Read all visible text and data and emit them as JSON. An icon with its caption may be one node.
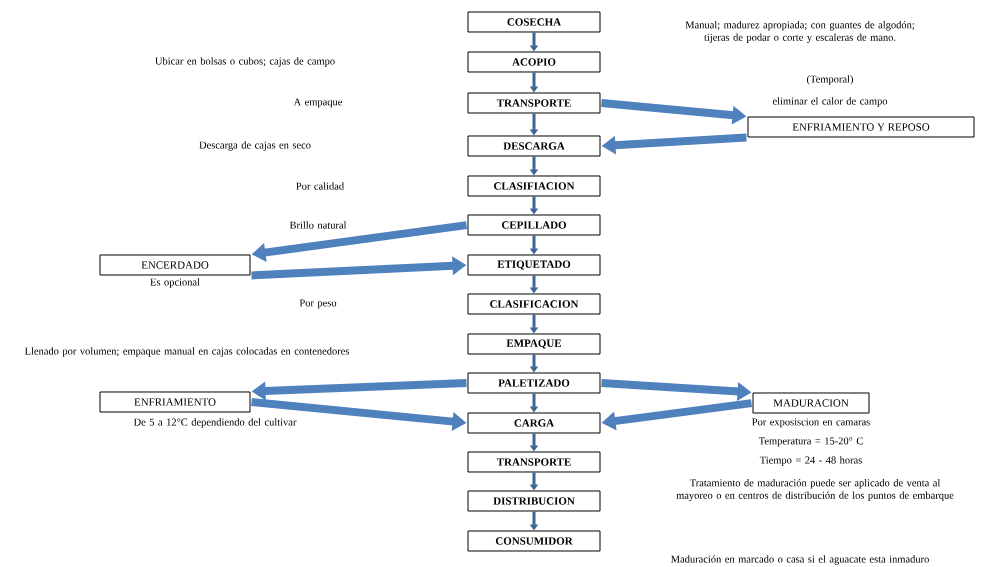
{
  "diagram": {
    "nodes": [
      {
        "text": [
          "COSECHA"
        ]
      },
      {
        "text": [
          "ACOPIO"
        ]
      },
      {
        "text": [
          "TRANSPORTE"
        ]
      },
      {
        "text": [
          "DESCARGA"
        ]
      },
      {
        "text": [
          "CLASIFIACION"
        ]
      },
      {
        "text": [
          "CEPILLADO"
        ]
      },
      {
        "text": [
          "ETIQUETADO"
        ]
      },
      {
        "text": [
          "CLASIFICACION"
        ]
      },
      {
        "text": [
          "EMPAQUE"
        ]
      },
      {
        "text": [
          "PALETIZADO"
        ]
      },
      {
        "text": [
          "CARGA"
        ]
      },
      {
        "text": [
          "TRANSPORTE"
        ]
      },
      {
        "text": [
          "DISTRIBUCION"
        ]
      },
      {
        "text": [
          "CONSUMIDOR"
        ]
      },
      {
        "text": [
          "ENFRIAMIENTO Y REPOSO"
        ],
        "beside": [
          "(Temporal)",
          "eliminar el calor de campo"
        ]
      },
      {
        "text": [
          "ENCERDADO"
        ],
        "beside": [
          "Es opcional"
        ]
      },
      {
        "text": [
          "ENFRIAMIENTO"
        ],
        "beside": [
          "De 5 a 12°C dependiendo del cultivar"
        ]
      },
      {
        "text": [
          "MADURACION"
        ],
        "beside": [
          "Por exposiscion en camaras",
          "Temperatura = 15-20° C",
          "Tiempo = 24 - 48 horas",
          "Tratamiento de maduración puede ser aplicado de venta al mayoreo o en centros de distribución de los puntos de embarque"
        ]
      }
    ],
    "edges": [
      {
        "from": 0,
        "to": 1,
        "arrow": "to"
      },
      {
        "from": 1,
        "to": 2,
        "arrow": "to"
      },
      {
        "from": 2,
        "to": 3,
        "arrow": "to"
      },
      {
        "from": 3,
        "to": 4,
        "arrow": "to"
      },
      {
        "from": 4,
        "to": 5,
        "arrow": "to"
      },
      {
        "from": 5,
        "to": 6,
        "arrow": "to"
      },
      {
        "from": 6,
        "to": 7,
        "arrow": "to"
      },
      {
        "from": 7,
        "to": 8,
        "arrow": "to"
      },
      {
        "from": 8,
        "to": 9,
        "arrow": "to"
      },
      {
        "from": 9,
        "to": 10,
        "arrow": "to"
      },
      {
        "from": 10,
        "to": 11,
        "arrow": "to"
      },
      {
        "from": 11,
        "to": 12,
        "arrow": "to"
      },
      {
        "from": 12,
        "to": 13,
        "arrow": "to"
      },
      {
        "from": 2,
        "to": 14,
        "arrow": "to",
        "style": "thick",
        "color": "#4f81bd"
      },
      {
        "from": 14,
        "to": 3,
        "arrow": "to",
        "style": "thick",
        "color": "#4f81bd"
      },
      {
        "from": 5,
        "to": 15,
        "arrow": "to",
        "style": "thick",
        "color": "#4f81bd"
      },
      {
        "from": 15,
        "to": 6,
        "arrow": "to",
        "style": "thick",
        "color": "#4f81bd"
      },
      {
        "from": 9,
        "to": 16,
        "arrow": "to",
        "style": "thick",
        "color": "#4f81bd"
      },
      {
        "from": 16,
        "to": 10,
        "arrow": "to",
        "style": "thick",
        "color": "#4f81bd"
      },
      {
        "from": 9,
        "to": 17,
        "arrow": "to",
        "style": "thick",
        "color": "#4f81bd"
      },
      {
        "from": 17,
        "to": 10,
        "arrow": "to",
        "style": "thick",
        "color": "#4f81bd"
      }
    ],
    "labels": [
      "Manual; madurez apropiada; con guantes de algodón; tijeras de podar o corte y escaleras de mano.",
      "Ubicar en bolsas o cubos; cajas de campo",
      "A empaque",
      "Descarga de cajas en seco",
      "Por calidad",
      "Brillo natural",
      "Por peso",
      "Llenado por volumen; empaque manual en cajas colocadas en contenedores",
      "Maduración en marcado o casa si el aguacate esta inmaduro"
    ]
  }
}
